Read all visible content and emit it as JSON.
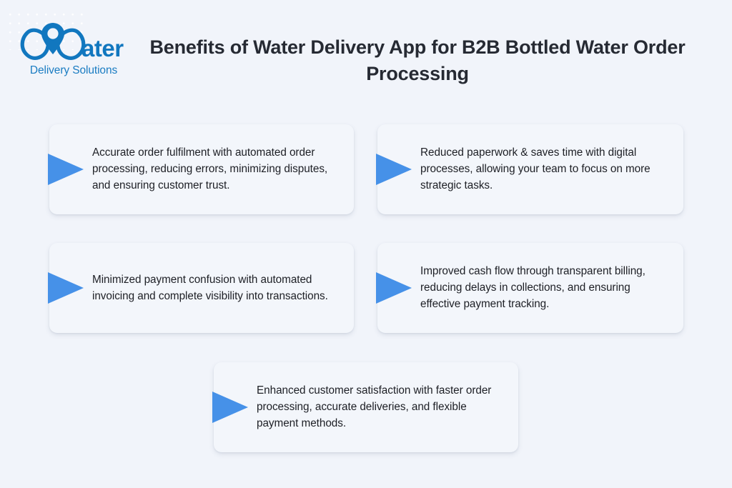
{
  "theme": {
    "background": "#f1f4fa",
    "card_background": "#f3f6fb",
    "accent_blue": "#4691e8",
    "logo_blue": "#1177bf",
    "logo_sub_blue": "#1a7cc2",
    "heading_color": "#262a33",
    "body_color": "#1d1f25",
    "dot_color": "#ffffff"
  },
  "logo": {
    "mark_name": "water-drop-pin-w-logo",
    "wordmark": "Water",
    "wordmark_prefix_letter": "W",
    "wordmark_suffix": "ater",
    "tagline": "Delivery Solutions"
  },
  "header": {
    "title": "Benefits of Water Delivery App for B2B Bottled Water Order Processing",
    "title_line_1": "Benefits of Water Delivery App for B2B Bottled Water",
    "title_line_2": "Order Processing"
  },
  "benefits": [
    {
      "id": 1,
      "icon": "play-triangle-icon",
      "text": "Accurate order fulfilment with automated order processing, reducing errors, minimizing disputes, and ensuring customer trust."
    },
    {
      "id": 2,
      "icon": "play-triangle-icon",
      "text": "Reduced paperwork & saves time with digital processes, allowing your team to focus on more strategic tasks."
    },
    {
      "id": 3,
      "icon": "play-triangle-icon",
      "text": "Minimized payment confusion with automated invoicing and complete visibility into transactions."
    },
    {
      "id": 4,
      "icon": "play-triangle-icon",
      "text": "Improved cash flow through transparent billing, reducing delays in collections, and ensuring effective payment tracking."
    },
    {
      "id": 5,
      "icon": "play-triangle-icon",
      "text": "Enhanced customer satisfaction with faster order processing, accurate deliveries, and flexible payment methods."
    }
  ],
  "decoration": {
    "dot_grid_name": "dot-grid-pattern",
    "dot_grid_rows": 5,
    "dot_grid_cols": 9
  }
}
